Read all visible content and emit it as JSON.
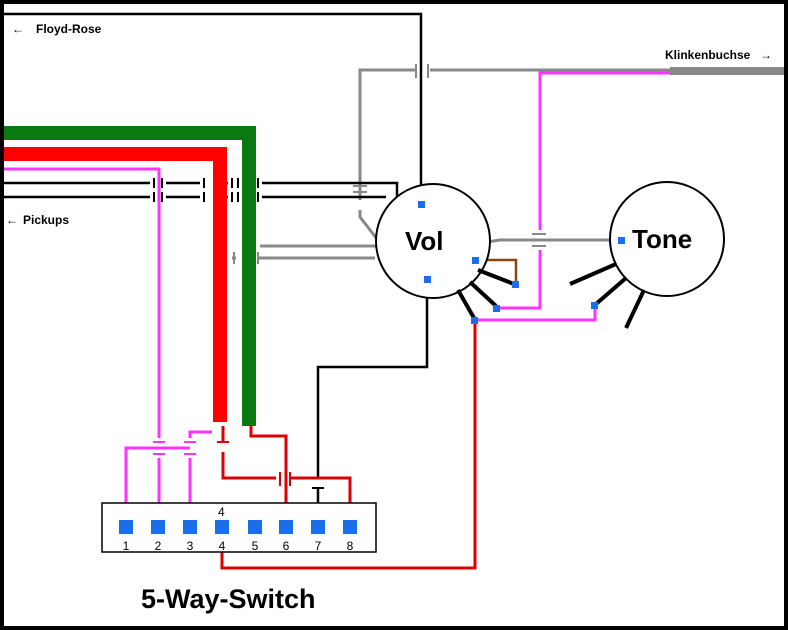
{
  "labels": {
    "floyd_rose": "Floyd-Rose",
    "pickups": "Pickups",
    "jack": "Klinkenbuchse",
    "volume": "Vol",
    "tone": "Tone",
    "switch_title": "5-Way-Switch",
    "arrow_left": "←",
    "arrow_right": "→"
  },
  "switch": {
    "pins": [
      {
        "label": "1",
        "color": "#ff33ff"
      },
      {
        "label": "2",
        "color": "#ff33ff"
      },
      {
        "label": "3",
        "color": "#ff33ff"
      },
      {
        "label": "4",
        "color": "#dd0000"
      },
      {
        "label": "5",
        "color": ""
      },
      {
        "label": "6",
        "color": "#dd0000"
      },
      {
        "label": "7",
        "color": "#000000"
      },
      {
        "label": "8",
        "color": "#dd0000"
      }
    ],
    "top_label": "4"
  },
  "colors": {
    "background": "#ffffff",
    "frame": "#000000",
    "green": "#0a7a10",
    "red": "#ff0000",
    "dark_red": "#dd0000",
    "magenta": "#ff33ff",
    "gray": "#888888",
    "black": "#000000",
    "brown": "#8b4513",
    "terminal": "#1a6fe8"
  }
}
